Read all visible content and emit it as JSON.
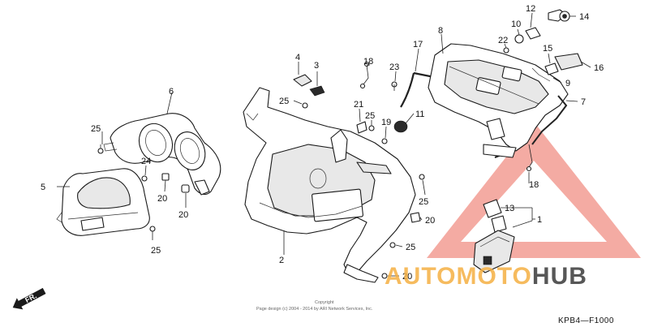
{
  "diagram": {
    "callouts": [
      {
        "id": "c1",
        "label": "1"
      },
      {
        "id": "c2",
        "label": "2"
      },
      {
        "id": "c3",
        "label": "3"
      },
      {
        "id": "c4",
        "label": "4"
      },
      {
        "id": "c5",
        "label": "5"
      },
      {
        "id": "c6",
        "label": "6"
      },
      {
        "id": "c7",
        "label": "7"
      },
      {
        "id": "c8",
        "label": "8"
      },
      {
        "id": "c9",
        "label": "9"
      },
      {
        "id": "c10",
        "label": "10"
      },
      {
        "id": "c11",
        "label": "11"
      },
      {
        "id": "c12",
        "label": "12"
      },
      {
        "id": "c13",
        "label": "13"
      },
      {
        "id": "c14",
        "label": "14"
      },
      {
        "id": "c15",
        "label": "15"
      },
      {
        "id": "c16",
        "label": "16"
      },
      {
        "id": "c17",
        "label": "17"
      },
      {
        "id": "c18a",
        "label": "18"
      },
      {
        "id": "c18b",
        "label": "18"
      },
      {
        "id": "c19",
        "label": "19"
      },
      {
        "id": "c20a",
        "label": "20"
      },
      {
        "id": "c20b",
        "label": "20"
      },
      {
        "id": "c20c",
        "label": "20"
      },
      {
        "id": "c20d",
        "label": "20"
      },
      {
        "id": "c21",
        "label": "21"
      },
      {
        "id": "c22",
        "label": "22"
      },
      {
        "id": "c23",
        "label": "23"
      },
      {
        "id": "c24",
        "label": "24"
      },
      {
        "id": "c25a",
        "label": "25"
      },
      {
        "id": "c25b",
        "label": "25"
      },
      {
        "id": "c25c",
        "label": "25"
      },
      {
        "id": "c25d",
        "label": "25"
      },
      {
        "id": "c25e",
        "label": "25"
      }
    ],
    "front_arrow_label": "FR.",
    "copyright_title": "Copyright",
    "copyright_line": "Page design (c) 2004 - 2014 by ARI Network Services, Inc.",
    "diagram_code": "KPB4—F1000"
  },
  "watermark": {
    "text_left": "AUTOMOTO",
    "text_right": "HUB",
    "color_left": "#f5b043",
    "color_right": "#3a3a3a",
    "triangle_color": "#e84a3a"
  }
}
